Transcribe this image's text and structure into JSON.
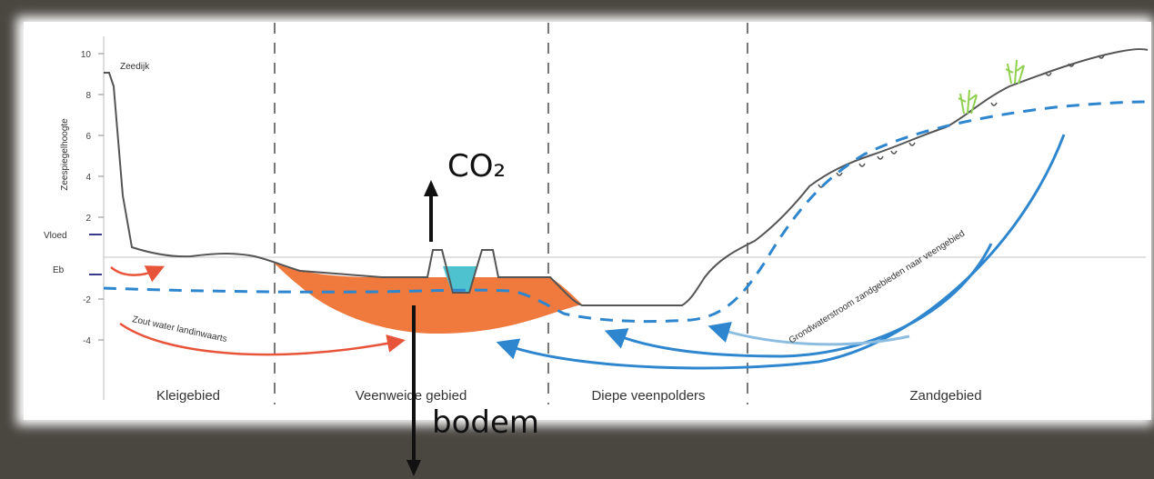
{
  "diagram": {
    "yaxis": {
      "title": "Zeespiegelhoogte",
      "ticks": [
        "10",
        "8",
        "6",
        "4",
        "2",
        "-2",
        "-4"
      ],
      "tide_marks": [
        "Vloed",
        "Eb"
      ]
    },
    "dike_label": "Zeedijk",
    "zones": [
      "Kleigebied",
      "Veenweide gebied",
      "Diepe veenpolders",
      "Zandgebied"
    ],
    "flow_labels": {
      "salt_inward": "Zout water landinwaarts",
      "groundwater": "Grondwaterstroom zandgebieden naar veengebied"
    },
    "annotations": {
      "co2": "CO₂",
      "soil": "bodem"
    }
  },
  "colors": {
    "frame": "#4a4741",
    "panel": "#ffffff",
    "peat": "#f07a3d",
    "water": "#4ec3cf",
    "groundwater": "#2e86cf",
    "salt_arrow": "#e8543a",
    "terrain": "#555555"
  }
}
